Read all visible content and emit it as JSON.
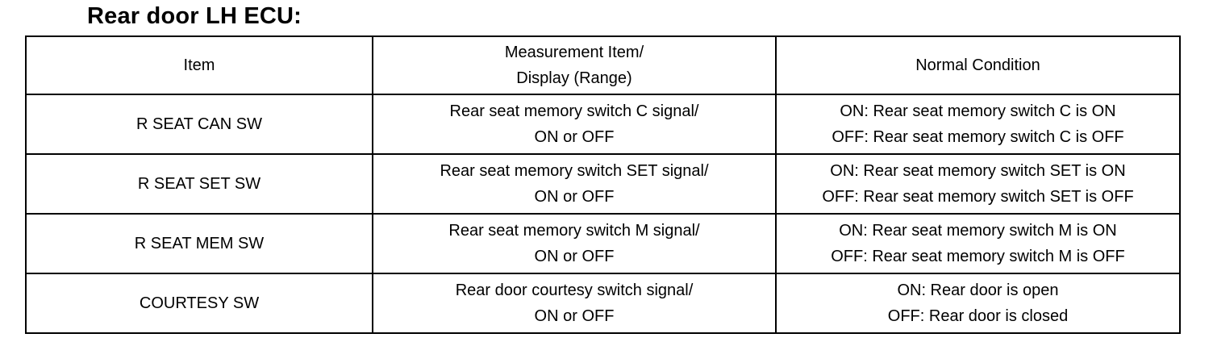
{
  "title": "Rear door LH ECU:",
  "table": {
    "headers": {
      "item": "Item",
      "measurement_line1": "Measurement Item/",
      "measurement_line2": "Display (Range)",
      "normal": "Normal Condition"
    },
    "rows": [
      {
        "item": "R SEAT CAN SW",
        "measurement_line1": "Rear seat memory switch C signal/",
        "measurement_line2": "ON or OFF",
        "normal_line1": "ON: Rear seat memory switch C is ON",
        "normal_line2": "OFF: Rear seat memory switch C is OFF"
      },
      {
        "item": "R SEAT SET SW",
        "measurement_line1": "Rear seat memory switch SET signal/",
        "measurement_line2": "ON or OFF",
        "normal_line1": "ON: Rear seat memory switch SET is ON",
        "normal_line2": "OFF: Rear seat memory switch SET is OFF"
      },
      {
        "item": "R SEAT MEM SW",
        "measurement_line1": "Rear seat memory switch M signal/",
        "measurement_line2": "ON or OFF",
        "normal_line1": "ON: Rear seat memory switch M is ON",
        "normal_line2": "OFF: Rear seat memory switch M is OFF"
      },
      {
        "item": "COURTESY SW",
        "measurement_line1": "Rear door courtesy switch signal/",
        "measurement_line2": "ON or OFF",
        "normal_line1": "ON: Rear door is open",
        "normal_line2": "OFF: Rear door is closed"
      }
    ]
  }
}
